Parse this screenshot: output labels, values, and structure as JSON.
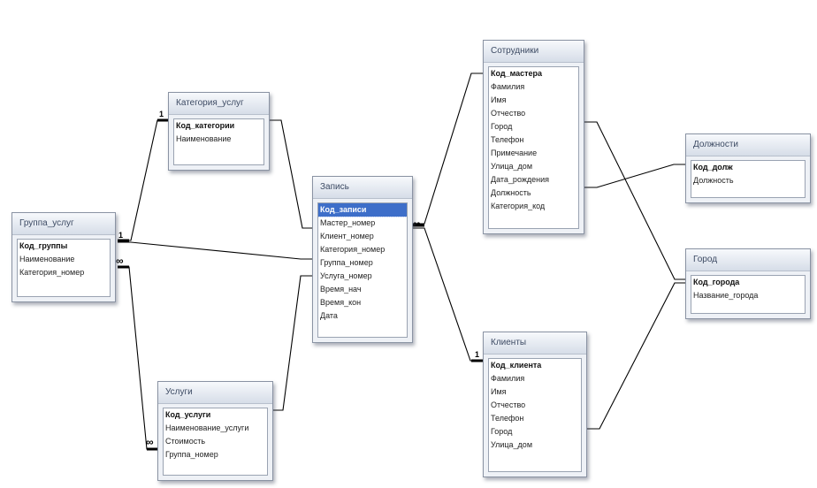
{
  "tables": [
    {
      "id": "gruppa",
      "title": "Группа_услуг",
      "selected": -1,
      "fields": [
        {
          "name": "Код_группы",
          "pk": true
        },
        {
          "name": "Наименование"
        },
        {
          "name": "Категория_номер"
        }
      ]
    },
    {
      "id": "kategoriya",
      "title": "Категория_услуг",
      "selected": -1,
      "fields": [
        {
          "name": "Код_категории",
          "pk": true
        },
        {
          "name": "Наименование"
        }
      ]
    },
    {
      "id": "uslugi",
      "title": "Услуги",
      "selected": -1,
      "fields": [
        {
          "name": "Код_услуги",
          "pk": true
        },
        {
          "name": "Наименование_услуги"
        },
        {
          "name": "Стоимость"
        },
        {
          "name": "Группа_номер"
        }
      ]
    },
    {
      "id": "zapis",
      "title": "Запись",
      "selected": 0,
      "fields": [
        {
          "name": "Код_записи",
          "pk": true
        },
        {
          "name": "Мастер_номер"
        },
        {
          "name": "Клиент_номер"
        },
        {
          "name": "Категория_номер"
        },
        {
          "name": "Группа_номер"
        },
        {
          "name": "Услуга_номер"
        },
        {
          "name": "Время_нач"
        },
        {
          "name": "Время_кон"
        },
        {
          "name": "Дата"
        }
      ]
    },
    {
      "id": "sotrudniki",
      "title": "Сотрудники",
      "selected": -1,
      "fields": [
        {
          "name": "Код_мастера",
          "pk": true
        },
        {
          "name": "Фамилия"
        },
        {
          "name": "Имя"
        },
        {
          "name": "Отчество"
        },
        {
          "name": "Город"
        },
        {
          "name": "Телефон"
        },
        {
          "name": "Примечание"
        },
        {
          "name": "Улица_дом"
        },
        {
          "name": "Дата_рождения"
        },
        {
          "name": "Должность"
        },
        {
          "name": "Категория_код"
        }
      ]
    },
    {
      "id": "klienty",
      "title": "Клиенты",
      "selected": -1,
      "fields": [
        {
          "name": "Код_клиента",
          "pk": true
        },
        {
          "name": "Фамилия"
        },
        {
          "name": "Имя"
        },
        {
          "name": "Отчество"
        },
        {
          "name": "Телефон"
        },
        {
          "name": "Город"
        },
        {
          "name": "Улица_дом"
        }
      ]
    },
    {
      "id": "dolzhnosti",
      "title": "Должности",
      "selected": -1,
      "fields": [
        {
          "name": "Код_долж",
          "pk": true
        },
        {
          "name": "Должность"
        }
      ]
    },
    {
      "id": "gorod",
      "title": "Город",
      "selected": -1,
      "fields": [
        {
          "name": "Код_города",
          "pk": true
        },
        {
          "name": "Название_города"
        }
      ]
    }
  ],
  "relationship_labels": {
    "one": "1",
    "many": "∞"
  }
}
